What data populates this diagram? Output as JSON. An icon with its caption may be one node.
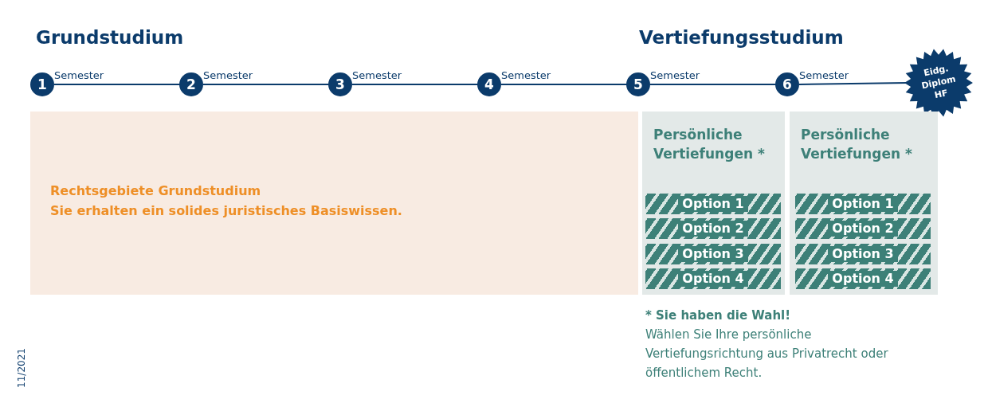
{
  "diagram": {
    "nodes": [
      {
        "text": [
          "1"
        ],
        "beside": [
          "Semester"
        ]
      },
      {
        "text": [
          "2"
        ],
        "beside": [
          "Semester"
        ]
      },
      {
        "text": [
          "3"
        ],
        "beside": [
          "Semester"
        ]
      },
      {
        "text": [
          "4"
        ],
        "beside": [
          "Semester"
        ]
      },
      {
        "text": [
          "5"
        ],
        "beside": [
          "Semester"
        ]
      },
      {
        "text": [
          "6"
        ],
        "beside": [
          "Semester"
        ]
      },
      {
        "text": [
          "Eidg. Diplom HF"
        ]
      },
      {
        "text": [
          "Rechtsgebiete Grundstudium",
          "Sie erhalten ein solides juristisches Basiswissen."
        ]
      },
      {
        "text": [
          "Persönliche Vertiefungen *"
        ]
      },
      {
        "text": [
          "Option 1"
        ],
        "in": 8
      },
      {
        "text": [
          "Option 2"
        ],
        "in": 8
      },
      {
        "text": [
          "Option 3"
        ],
        "in": 8
      },
      {
        "text": [
          "Option 4"
        ],
        "in": 8
      },
      {
        "text": [
          "Persönliche Vertiefungen *"
        ]
      },
      {
        "text": [
          "Option 1"
        ],
        "in": 13
      },
      {
        "text": [
          "Option 2"
        ],
        "in": 13
      },
      {
        "text": [
          "Option 3"
        ],
        "in": 13
      },
      {
        "text": [
          "Option 4"
        ],
        "in": 13
      }
    ],
    "edges": [
      {
        "from": 0,
        "to": 1,
        "arrow": "none"
      },
      {
        "from": 1,
        "to": 2,
        "arrow": "none"
      },
      {
        "from": 2,
        "to": 3,
        "arrow": "none"
      },
      {
        "from": 3,
        "to": 4,
        "arrow": "none"
      },
      {
        "from": 4,
        "to": 5,
        "arrow": "none"
      },
      {
        "from": 5,
        "to": 6,
        "arrow": "none"
      }
    ],
    "labels": [
      "Grundstudium",
      "Vertiefungsstudium",
      "* Sie haben die Wahl!",
      "Wählen Sie Ihre persönliche Vertiefungsrichtung aus Privatrecht oder öffentlichem Recht.",
      "11/2021"
    ]
  }
}
